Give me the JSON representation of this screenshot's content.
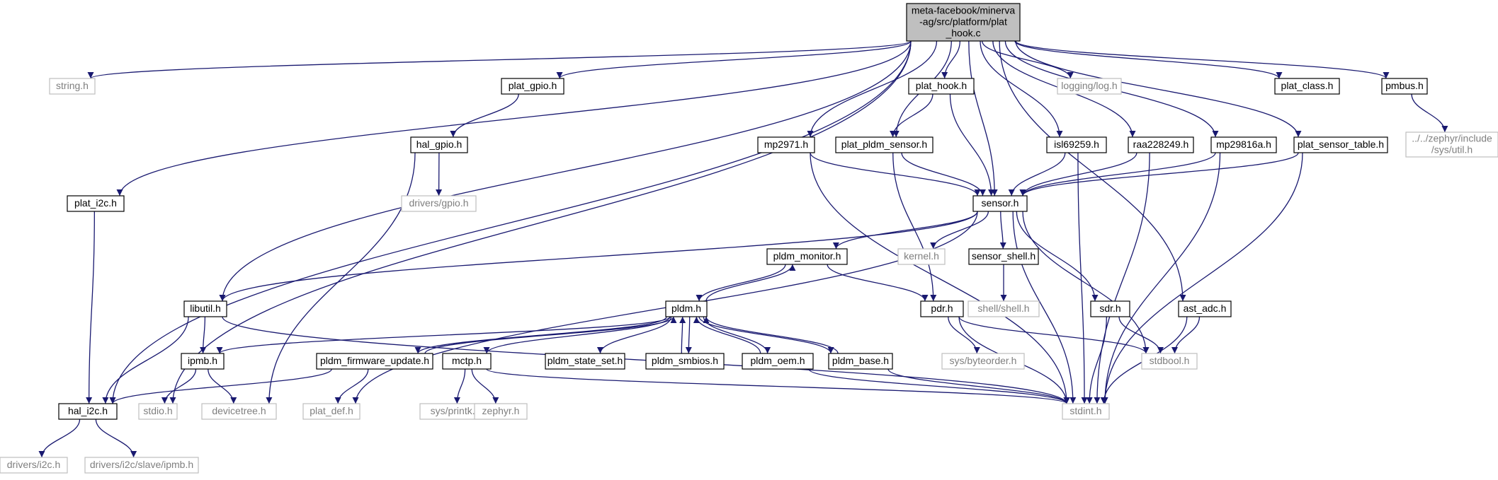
{
  "colors": {
    "edge": "#191970",
    "root_fill": "#bfbfbf",
    "node_border": "#000000",
    "external_border": "#bfbfbf",
    "external_text": "#7f7f7f",
    "text": "#000000",
    "background": "#ffffff"
  },
  "nodes": [
    {
      "id": "root",
      "lines": [
        "meta-facebook/minerva",
        "-ag/src/platform/plat",
        "_hook.c"
      ],
      "kind": "root"
    },
    {
      "id": "string_h",
      "lines": [
        "string.h"
      ],
      "kind": "external"
    },
    {
      "id": "stdio_h",
      "lines": [
        "stdio.h"
      ],
      "kind": "external"
    },
    {
      "id": "plat_gpio_h",
      "lines": [
        "plat_gpio.h"
      ],
      "kind": "header"
    },
    {
      "id": "plat_hook_h",
      "lines": [
        "plat_hook.h"
      ],
      "kind": "header"
    },
    {
      "id": "logging_log_h",
      "lines": [
        "logging/log.h"
      ],
      "kind": "external"
    },
    {
      "id": "plat_class_h",
      "lines": [
        "plat_class.h"
      ],
      "kind": "header"
    },
    {
      "id": "pmbus_h",
      "lines": [
        "pmbus.h"
      ],
      "kind": "header"
    },
    {
      "id": "zephyr_util_h",
      "lines": [
        "../../zephyr/include",
        "/sys/util.h"
      ],
      "kind": "external"
    },
    {
      "id": "hal_gpio_h",
      "lines": [
        "hal_gpio.h"
      ],
      "kind": "header"
    },
    {
      "id": "mp2971_h",
      "lines": [
        "mp2971.h"
      ],
      "kind": "header"
    },
    {
      "id": "plat_pldm_sensor_h",
      "lines": [
        "plat_pldm_sensor.h"
      ],
      "kind": "header"
    },
    {
      "id": "isl69259_h",
      "lines": [
        "isl69259.h"
      ],
      "kind": "header"
    },
    {
      "id": "raa228249_h",
      "lines": [
        "raa228249.h"
      ],
      "kind": "header"
    },
    {
      "id": "mp29816a_h",
      "lines": [
        "mp29816a.h"
      ],
      "kind": "header"
    },
    {
      "id": "plat_sensor_table_h",
      "lines": [
        "plat_sensor_table.h"
      ],
      "kind": "header"
    },
    {
      "id": "plat_i2c_h",
      "lines": [
        "plat_i2c.h"
      ],
      "kind": "header"
    },
    {
      "id": "drivers_gpio_h",
      "lines": [
        "drivers/gpio.h"
      ],
      "kind": "external"
    },
    {
      "id": "sensor_h",
      "lines": [
        "sensor.h"
      ],
      "kind": "header"
    },
    {
      "id": "pldm_monitor_h",
      "lines": [
        "pldm_monitor.h"
      ],
      "kind": "header"
    },
    {
      "id": "kernel_h",
      "lines": [
        "kernel.h"
      ],
      "kind": "external"
    },
    {
      "id": "sensor_shell_h",
      "lines": [
        "sensor_shell.h"
      ],
      "kind": "header"
    },
    {
      "id": "libutil_h",
      "lines": [
        "libutil.h"
      ],
      "kind": "header"
    },
    {
      "id": "shell_shell_h",
      "lines": [
        "shell/shell.h"
      ],
      "kind": "external"
    },
    {
      "id": "pdr_h",
      "lines": [
        "pdr.h"
      ],
      "kind": "header"
    },
    {
      "id": "sdr_h",
      "lines": [
        "sdr.h"
      ],
      "kind": "header"
    },
    {
      "id": "ast_adc_h",
      "lines": [
        "ast_adc.h"
      ],
      "kind": "header"
    },
    {
      "id": "pldm_h",
      "lines": [
        "pldm.h"
      ],
      "kind": "header"
    },
    {
      "id": "ipmb_h",
      "lines": [
        "ipmb.h"
      ],
      "kind": "header"
    },
    {
      "id": "pldm_firmware_update_h",
      "lines": [
        "pldm_firmware_update.h"
      ],
      "kind": "header"
    },
    {
      "id": "mctp_h",
      "lines": [
        "mctp.h"
      ],
      "kind": "header"
    },
    {
      "id": "pldm_state_set_h",
      "lines": [
        "pldm_state_set.h"
      ],
      "kind": "header"
    },
    {
      "id": "pldm_smbios_h",
      "lines": [
        "pldm_smbios.h"
      ],
      "kind": "header"
    },
    {
      "id": "pldm_oem_h",
      "lines": [
        "pldm_oem.h"
      ],
      "kind": "header"
    },
    {
      "id": "pldm_base_h",
      "lines": [
        "pldm_base.h"
      ],
      "kind": "header"
    },
    {
      "id": "sys_byteorder_h",
      "lines": [
        "sys/byteorder.h"
      ],
      "kind": "external"
    },
    {
      "id": "stdbool_h",
      "lines": [
        "stdbool.h"
      ],
      "kind": "external"
    },
    {
      "id": "hal_i2c_h",
      "lines": [
        "hal_i2c.h"
      ],
      "kind": "header"
    },
    {
      "id": "devicetree_h",
      "lines": [
        "devicetree.h"
      ],
      "kind": "external"
    },
    {
      "id": "plat_def_h",
      "lines": [
        "plat_def.h"
      ],
      "kind": "external"
    },
    {
      "id": "sys_printk_h",
      "lines": [
        "sys/printk.h"
      ],
      "kind": "external"
    },
    {
      "id": "zephyr_h",
      "lines": [
        "zephyr.h"
      ],
      "kind": "external"
    },
    {
      "id": "stdint_h",
      "lines": [
        "stdint.h"
      ],
      "kind": "external"
    },
    {
      "id": "drivers_i2c_h",
      "lines": [
        "drivers/i2c.h"
      ],
      "kind": "external"
    },
    {
      "id": "drivers_i2c_slave_ipmb_h",
      "lines": [
        "drivers/i2c/slave/ipmb.h"
      ],
      "kind": "external"
    }
  ],
  "edges": [
    [
      "root",
      "string_h"
    ],
    [
      "root",
      "stdio_h"
    ],
    [
      "root",
      "plat_gpio_h"
    ],
    [
      "root",
      "plat_hook_h"
    ],
    [
      "root",
      "logging_log_h"
    ],
    [
      "root",
      "plat_class_h"
    ],
    [
      "root",
      "pmbus_h"
    ],
    [
      "root",
      "plat_i2c_h"
    ],
    [
      "root",
      "hal_i2c_h"
    ],
    [
      "root",
      "libutil_h"
    ],
    [
      "root",
      "mp2971_h"
    ],
    [
      "root",
      "plat_pldm_sensor_h"
    ],
    [
      "root",
      "sensor_h"
    ],
    [
      "root",
      "isl69259_h"
    ],
    [
      "root",
      "raa228249_h"
    ],
    [
      "root",
      "mp29816a_h"
    ],
    [
      "root",
      "plat_sensor_table_h"
    ],
    [
      "root",
      "ast_adc_h"
    ],
    [
      "plat_gpio_h",
      "hal_gpio_h"
    ],
    [
      "hal_gpio_h",
      "drivers_gpio_h"
    ],
    [
      "hal_gpio_h",
      "devicetree_h"
    ],
    [
      "plat_hook_h",
      "plat_pldm_sensor_h"
    ],
    [
      "plat_hook_h",
      "sensor_h"
    ],
    [
      "pmbus_h",
      "zephyr_util_h"
    ],
    [
      "plat_i2c_h",
      "hal_i2c_h"
    ],
    [
      "mp2971_h",
      "sensor_h"
    ],
    [
      "mp2971_h",
      "stdint_h"
    ],
    [
      "plat_pldm_sensor_h",
      "sensor_h"
    ],
    [
      "plat_pldm_sensor_h",
      "pdr_h"
    ],
    [
      "isl69259_h",
      "sensor_h"
    ],
    [
      "isl69259_h",
      "stdint_h"
    ],
    [
      "raa228249_h",
      "sensor_h"
    ],
    [
      "raa228249_h",
      "stdint_h"
    ],
    [
      "mp29816a_h",
      "sensor_h"
    ],
    [
      "mp29816a_h",
      "stdint_h"
    ],
    [
      "plat_sensor_table_h",
      "sensor_h"
    ],
    [
      "plat_sensor_table_h",
      "stdint_h"
    ],
    [
      "sensor_h",
      "libutil_h"
    ],
    [
      "sensor_h",
      "plat_def_h"
    ],
    [
      "sensor_h",
      "pldm_monitor_h"
    ],
    [
      "sensor_h",
      "kernel_h"
    ],
    [
      "sensor_h",
      "sensor_shell_h"
    ],
    [
      "sensor_h",
      "sdr_h"
    ],
    [
      "sensor_h",
      "stdbool_h"
    ],
    [
      "sensor_h",
      "stdint_h"
    ],
    [
      "sensor_shell_h",
      "shell_shell_h"
    ],
    [
      "pldm_monitor_h",
      "pldm_h"
    ],
    [
      "pldm_monitor_h",
      "pdr_h"
    ],
    [
      "libutil_h",
      "ipmb_h"
    ],
    [
      "libutil_h",
      "hal_i2c_h"
    ],
    [
      "libutil_h",
      "stdint_h"
    ],
    [
      "pdr_h",
      "sys_byteorder_h"
    ],
    [
      "pdr_h",
      "stdbool_h"
    ],
    [
      "pdr_h",
      "stdint_h"
    ],
    [
      "sdr_h",
      "stdbool_h"
    ],
    [
      "sdr_h",
      "stdint_h"
    ],
    [
      "ast_adc_h",
      "stdbool_h"
    ],
    [
      "ast_adc_h",
      "stdint_h"
    ],
    [
      "pldm_h",
      "pldm_monitor_h"
    ],
    [
      "pldm_h",
      "ipmb_h"
    ],
    [
      "pldm_h",
      "pldm_firmware_update_h"
    ],
    [
      "pldm_h",
      "mctp_h"
    ],
    [
      "pldm_h",
      "pldm_state_set_h"
    ],
    [
      "pldm_h",
      "pldm_smbios_h"
    ],
    [
      "pldm_h",
      "pldm_oem_h"
    ],
    [
      "pldm_h",
      "pldm_base_h"
    ],
    [
      "pldm_firmware_update_h",
      "pldm_h"
    ],
    [
      "pldm_firmware_update_h",
      "hal_i2c_h"
    ],
    [
      "pldm_firmware_update_h",
      "plat_def_h"
    ],
    [
      "pldm_smbios_h",
      "pldm_h"
    ],
    [
      "pldm_oem_h",
      "pldm_h"
    ],
    [
      "pldm_oem_h",
      "stdint_h"
    ],
    [
      "pldm_base_h",
      "pldm_h"
    ],
    [
      "pldm_base_h",
      "stdint_h"
    ],
    [
      "ipmb_h",
      "stdio_h"
    ],
    [
      "ipmb_h",
      "devicetree_h"
    ],
    [
      "mctp_h",
      "sys_printk_h"
    ],
    [
      "mctp_h",
      "zephyr_h"
    ],
    [
      "mctp_h",
      "stdint_h"
    ],
    [
      "hal_i2c_h",
      "drivers_i2c_h"
    ],
    [
      "hal_i2c_h",
      "drivers_i2c_slave_ipmb_h"
    ]
  ]
}
